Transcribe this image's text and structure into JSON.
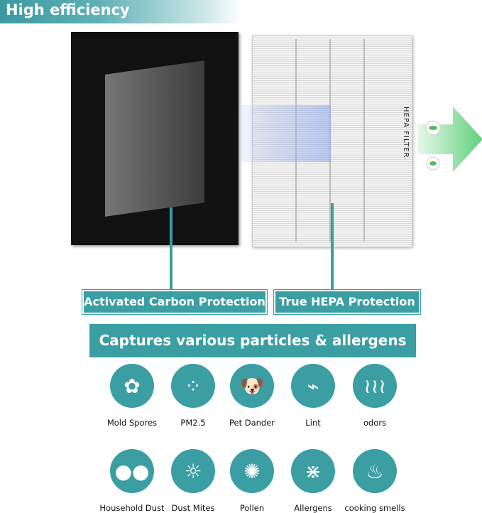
{
  "header": {
    "title": "High efficiency"
  },
  "hepa_label": "HEPA FILTER",
  "labels": {
    "carbon": "Activated Carbon Protection",
    "hepa": "True HEPA Protection"
  },
  "banner": "Captures various particles & allergens",
  "accent_color": "#3a9ea3",
  "items": [
    {
      "label": "Mold Spores",
      "icon": "mold-icon",
      "glyph": "✿"
    },
    {
      "label": "PM2.5",
      "icon": "pm25-icon",
      "glyph": "⁘"
    },
    {
      "label": "Pet Dander",
      "icon": "dog-icon",
      "glyph": "🐶"
    },
    {
      "label": "Lint",
      "icon": "lint-roller-icon",
      "glyph": "⌁"
    },
    {
      "label": "odors",
      "icon": "odor-waves-icon",
      "glyph": "≀≀≀"
    },
    {
      "label": "Household Dust",
      "icon": "dust-icon",
      "glyph": "●●"
    },
    {
      "label": "Dust Mites",
      "icon": "mite-icon",
      "glyph": "☼"
    },
    {
      "label": "Pollen",
      "icon": "pollen-icon",
      "glyph": "✺"
    },
    {
      "label": "Allergens",
      "icon": "bacteria-icon",
      "glyph": "⋇"
    },
    {
      "label": "cooking smells",
      "icon": "frying-pan-icon",
      "glyph": "♨"
    }
  ]
}
